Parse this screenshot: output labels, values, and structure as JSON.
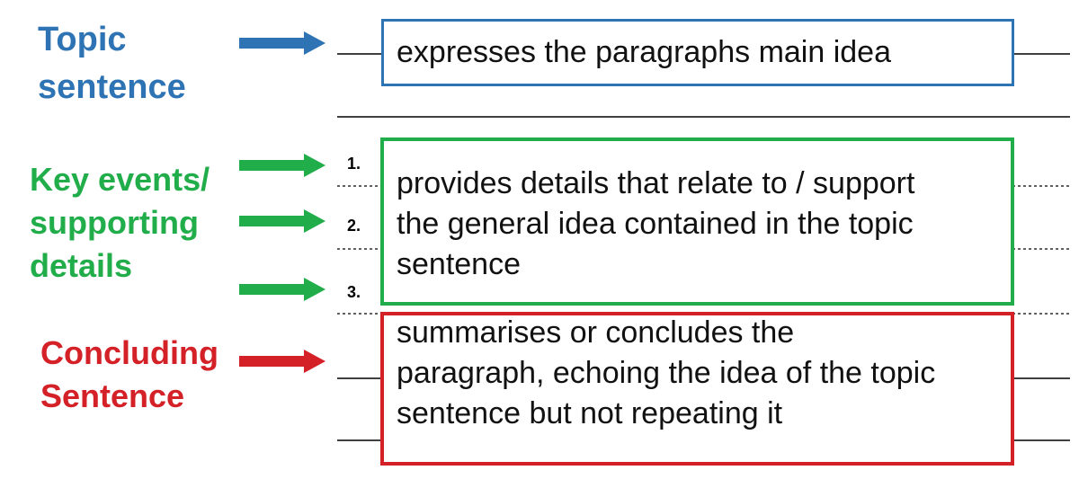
{
  "colors": {
    "topic": "#2e74b5",
    "details": "#21ad4a",
    "concluding": "#d42027",
    "ink": "#000000"
  },
  "labels": {
    "topic": [
      "Topic",
      "sentence"
    ],
    "details": [
      "Key events/",
      "supporting",
      "details"
    ],
    "concluding": [
      "Concluding",
      "Sentence"
    ]
  },
  "numbers": [
    "1.",
    "2.",
    "3."
  ],
  "boxes": {
    "topic": "expresses the paragraphs main idea",
    "details": [
      "provides details that relate to / support",
      "the general idea contained in the topic",
      "sentence"
    ],
    "concluding": [
      "summarises or concludes the",
      "paragraph, echoing the idea of the topic",
      "sentence but not repeating it"
    ]
  }
}
